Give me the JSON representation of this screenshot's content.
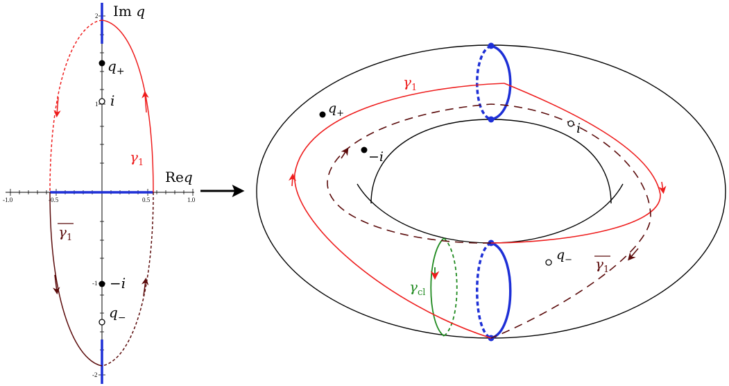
{
  "plane": {
    "axis_imag": "Im",
    "axis_imag_var": "q",
    "axis_real": "Re",
    "axis_real_var": "q",
    "x_ticks": [
      "-1.0",
      "-0.5",
      "0.5",
      "1.0"
    ],
    "y_ticks": [
      "2",
      "1",
      "-1",
      "-2"
    ],
    "q_plus": "q",
    "q_plus_sub": "+",
    "i_label": "i",
    "minus_i_label": "−i",
    "q_minus": "q",
    "q_minus_sub": "−",
    "gamma1_label": "γ",
    "gamma1_sub": "1",
    "gamma1bar_label": "γ",
    "gamma1bar_sub": "1"
  },
  "torus": {
    "gamma1_label": "γ",
    "gamma1_sub": "1",
    "q_plus": "q",
    "q_plus_sub": "+",
    "i_label": "i",
    "minus_i_label": "−i",
    "q_minus": "q",
    "q_minus_sub": "−",
    "gamma1bar_label": "γ",
    "gamma1bar_sub": "1",
    "gammacl_label": "γ",
    "gammacl_sub": "cl"
  },
  "colors": {
    "red": "#ee1c1c",
    "dark_red": "#5a0a0a",
    "blue": "#1d2fd6",
    "green": "#1f8a1f",
    "black": "#000000"
  }
}
